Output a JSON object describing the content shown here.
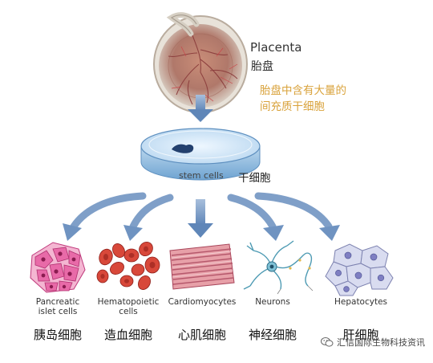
{
  "diagram": {
    "source": {
      "label_en": "Placenta",
      "label_zh": "胎盘",
      "note_line1": "胎盘中含有大量的",
      "note_line2": "间充质干细胞"
    },
    "intermediate": {
      "label_en": "stem cells",
      "label_zh": "干细胞"
    },
    "cell_types": [
      {
        "en_line1": "Pancreatic",
        "en_line2": "islet cells",
        "zh": "胰岛细胞",
        "color": "#e2559a"
      },
      {
        "en_line1": "Hematopoietic",
        "en_line2": "cells",
        "zh": "造血细胞",
        "color": "#d8483a"
      },
      {
        "en_line1": "Cardiomyocytes",
        "en_line2": "",
        "zh": "心肌细胞",
        "color": "#d97b86"
      },
      {
        "en_line1": "Neurons",
        "en_line2": "",
        "zh": "神经细胞",
        "color": "#4d9ab3"
      },
      {
        "en_line1": "Hepatocytes",
        "en_line2": "",
        "zh": "肝细胞",
        "color": "#9aa0c8"
      }
    ],
    "arrow_color": "#7f9fc8"
  },
  "watermark": {
    "text": "汇信国际生物科技资讯"
  }
}
